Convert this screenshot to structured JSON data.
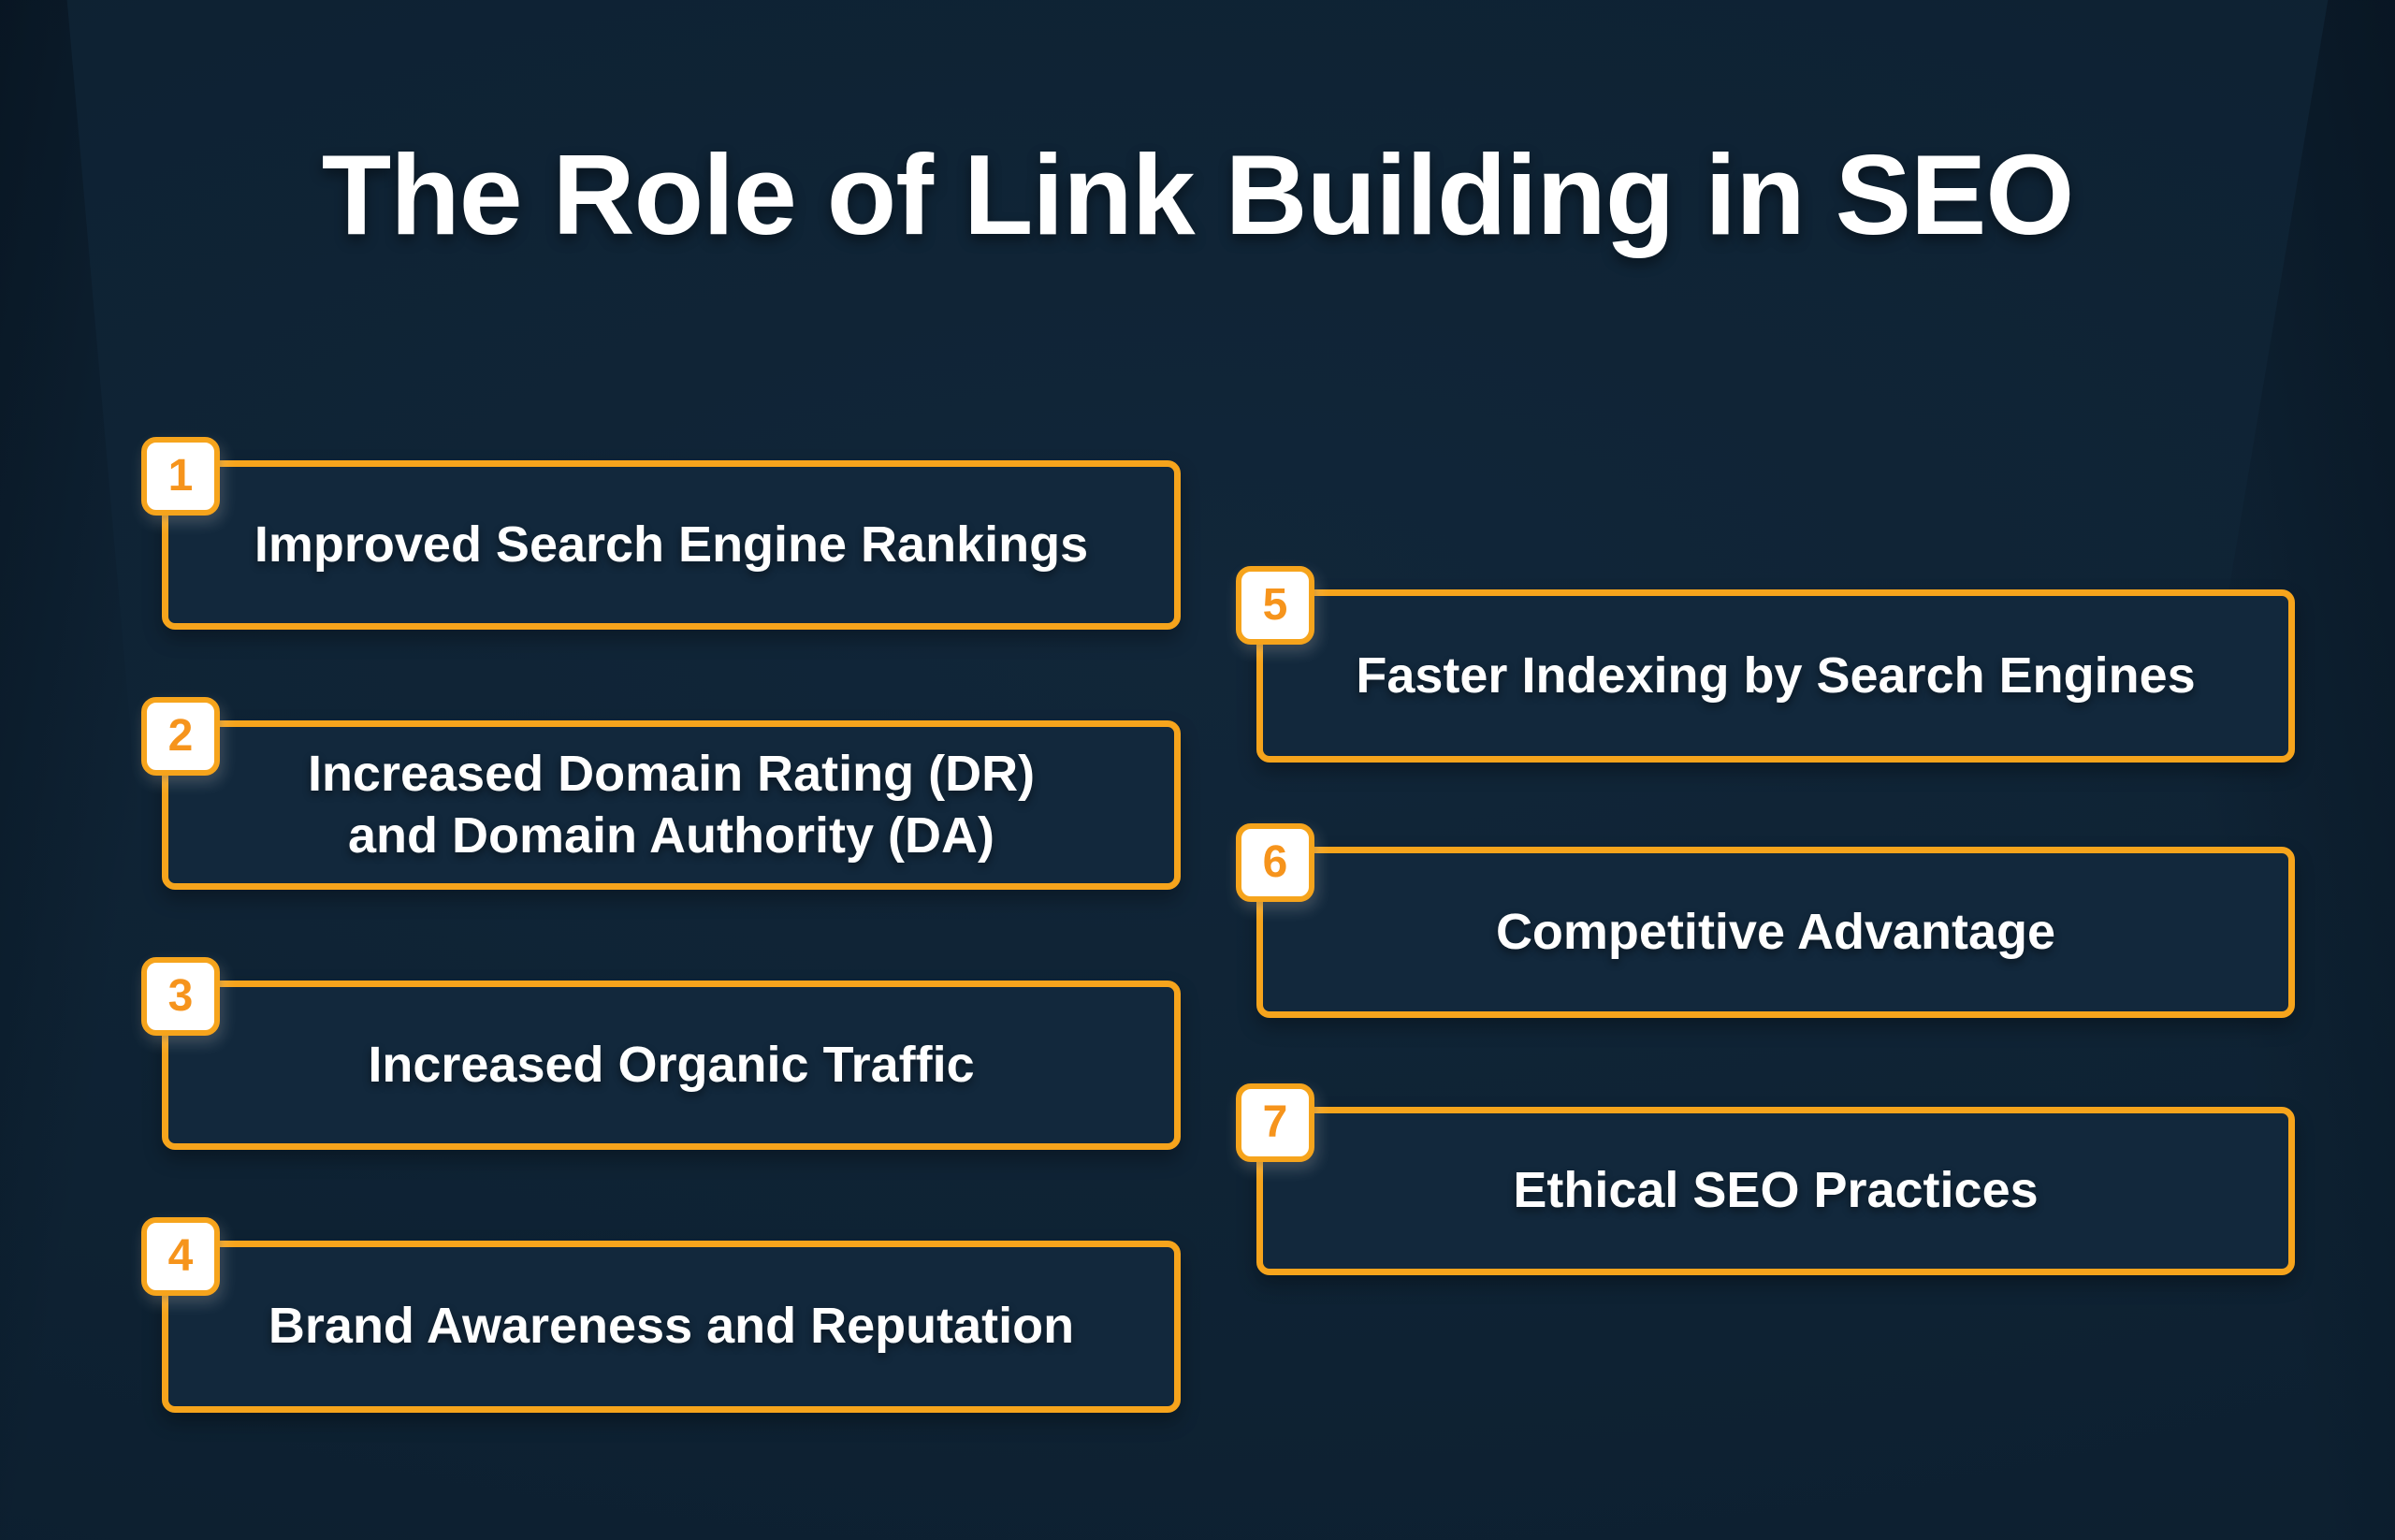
{
  "page": {
    "title": "The Role of Link Building in SEO"
  },
  "colors": {
    "background": "#0E2233",
    "box_fill": "#12283C",
    "accent_orange": "#F6A41C",
    "badge_number_orange": "#F6941C",
    "badge_fill": "#FFFFFF",
    "text": "#FFFFFF"
  },
  "boxes": [
    {
      "number": "1",
      "label": "Improved Search Engine Rankings",
      "column": "left"
    },
    {
      "number": "2",
      "label": "Increased Domain Rating (DR)\nand Domain Authority (DA)",
      "column": "left"
    },
    {
      "number": "3",
      "label": "Increased Organic Traffic",
      "column": "left"
    },
    {
      "number": "4",
      "label": "Brand Awareness and Reputation",
      "column": "left"
    },
    {
      "number": "5",
      "label": "Faster Indexing by Search Engines",
      "column": "right"
    },
    {
      "number": "6",
      "label": "Competitive Advantage",
      "column": "right"
    },
    {
      "number": "7",
      "label": "Ethical SEO Practices",
      "column": "right"
    }
  ]
}
